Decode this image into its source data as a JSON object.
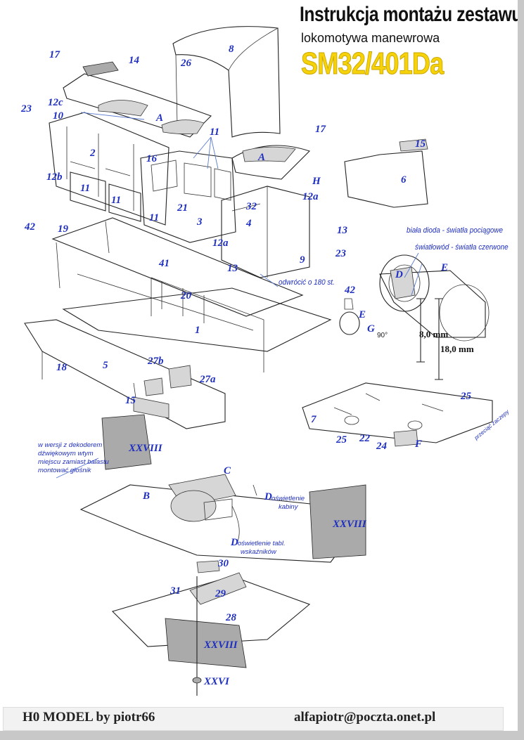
{
  "header": {
    "title": "Instrukcja montażu zestawu",
    "subtitle": "lokomotywa manewrowa",
    "model": "SM32/401Da"
  },
  "labels": {
    "l17a": "17",
    "l14": "14",
    "l8": "8",
    "l26": "26",
    "l23a": "23",
    "l12c": "12c",
    "l10": "10",
    "lA1": "A",
    "l11a": "11",
    "l17b": "17",
    "l15a": "15",
    "lA2": "A",
    "l2": "2",
    "l16": "16",
    "l12b": "12b",
    "l11b": "11",
    "lH": "H",
    "l12a1": "12a",
    "l6": "6",
    "l11c": "11",
    "l32": "32",
    "l21": "21",
    "l11d": "11",
    "l42a": "42",
    "l19": "19",
    "l4": "4",
    "l13a": "13",
    "l3": "3",
    "l12a2": "12a",
    "l23b": "23",
    "lE1": "E",
    "lD1": "D",
    "l9": "9",
    "l41": "41",
    "l13b": "13",
    "l42b": "42",
    "lE2": "E",
    "l20": "20",
    "lG": "G",
    "l1": "1",
    "l18": "18",
    "l5": "5",
    "l27b": "27b",
    "l27a": "27a",
    "l15b": "15",
    "l25a": "25",
    "l7": "7",
    "l25b": "25",
    "l22": "22",
    "l24": "24",
    "lF": "F",
    "lXXVIII1": "XXVIII",
    "lC": "C",
    "lB": "B",
    "lD2": "D",
    "lXXVIII2": "XXVIII",
    "lD3": "D",
    "l30": "30",
    "l31": "31",
    "l29": "29",
    "l28": "28",
    "lXXVIII3": "XXVIII",
    "lXXVI": "XXVI"
  },
  "notes": {
    "lights_white": "biała dioda - światła pociągowe",
    "lights_red": "światłowód - światła czerwone",
    "rotate": "odwrócić o 180 st.",
    "decoder": [
      "w wersji z dekoderem",
      "dźwiękowym wtym",
      "miejscu zamiast balastu",
      "montować głośnik"
    ],
    "cab_light": [
      "oświetlenie",
      "kabiny"
    ],
    "gauge_light": [
      "oświetlenie tabl.",
      "wskaźników"
    ],
    "cut": "przeciąć zaczepy",
    "angle": "90°"
  },
  "dimensions": {
    "d1": "8,0 mm",
    "d2": "18,0 mm"
  },
  "footer": {
    "left": "H0 MODEL by piotr66",
    "right": "alfapiotr@poczta.onet.pl"
  }
}
